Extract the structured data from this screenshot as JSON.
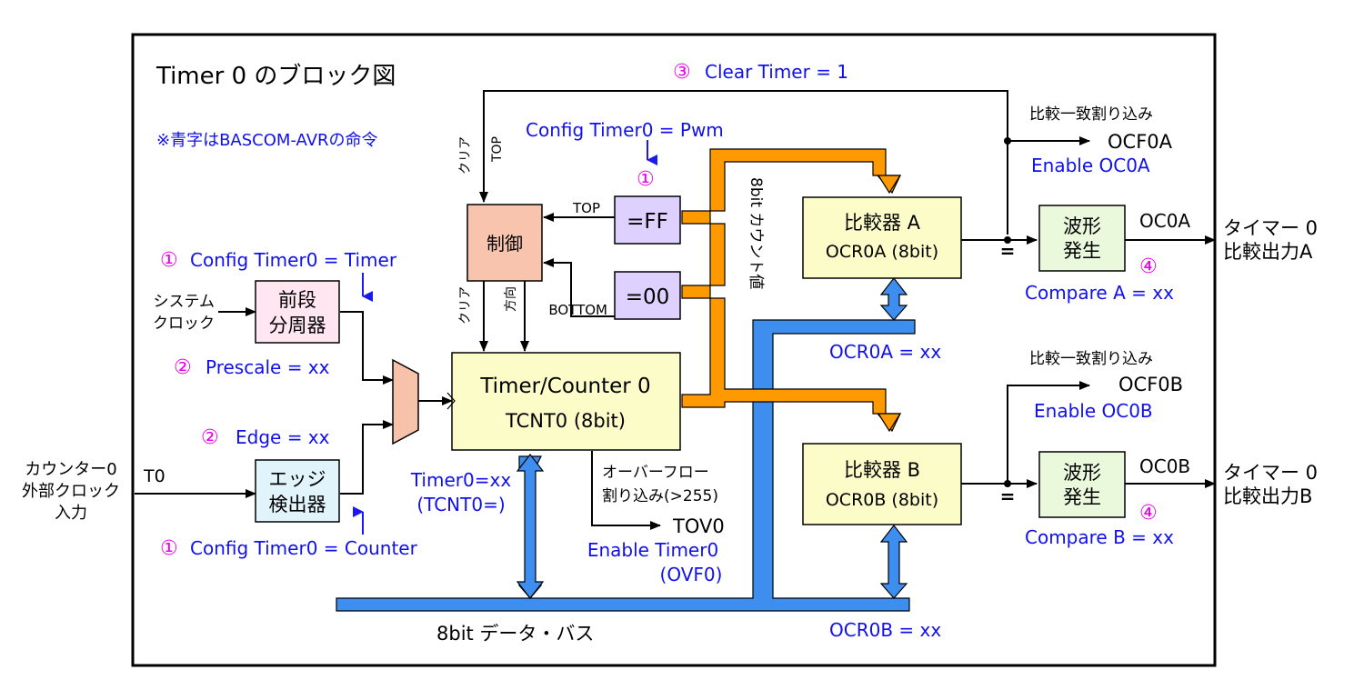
{
  "title": "Timer 0 のブロック図",
  "note": "※青字はBASCOM-AVRの命令",
  "blocks": {
    "prescaler": [
      "前段",
      "分周器"
    ],
    "edge_detector": [
      "エッジ",
      "検出器"
    ],
    "control": "制御",
    "ff": "=FF",
    "zero": "=00",
    "tcnt_title": "Timer/Counter 0",
    "tcnt_sub": "TCNT0 (8bit)",
    "cmp_a_title": "比較器 A",
    "cmp_a_sub": "OCR0A (8bit)",
    "cmp_b_title": "比較器 B",
    "cmp_b_sub": "OCR0B (8bit)",
    "wave_a": [
      "波形",
      "発生"
    ],
    "wave_b": [
      "波形",
      "発生"
    ]
  },
  "labels": {
    "sys_clock": [
      "システム",
      "クロック"
    ],
    "ext_clock": [
      "カウンター0",
      "外部クロック",
      "入力"
    ],
    "t0": "T0",
    "top": "TOP",
    "bottom": "BOTTOM",
    "clear_v": "クリア",
    "top_v": "TOP",
    "clear_v2": "クリア",
    "dir_v": "方向",
    "count_value": "8bit カウント値",
    "data_bus": "8bit データ・バス",
    "ovf": [
      "オーバーフロー",
      "割り込み(>255)"
    ],
    "tov0": "TOV0",
    "match_int_a": "比較一致割り込み",
    "match_int_b": "比較一致割り込み",
    "ocf0a": "OCF0A",
    "ocf0b": "OCF0B",
    "oc0a": "OC0A",
    "oc0b": "OC0B",
    "out_a": [
      "タイマー 0",
      "比較出力A"
    ],
    "out_b": [
      "タイマー 0",
      "比較出力B"
    ],
    "eq": "="
  },
  "commands": {
    "clear_timer": "Clear Timer = 1",
    "pwm": "Config Timer0 = Pwm",
    "timer": "Config Timer0 = Timer",
    "prescale": "Prescale = xx",
    "edge": "Edge = xx",
    "counter": "Config Timer0 = Counter",
    "timer0_val": [
      "Timer0=xx",
      "(TCNT0=)"
    ],
    "enable_timer0": [
      "Enable Timer0",
      "(OVF0)"
    ],
    "ocr0a": "OCR0A = xx",
    "ocr0b": "OCR0B = xx",
    "enable_oc0a": "Enable OC0A",
    "enable_oc0b": "Enable OC0B",
    "compare_a": "Compare A = xx",
    "compare_b": "Compare B = xx"
  },
  "markers": {
    "m1": "①",
    "m2": "②",
    "m3": "③",
    "m4": "④"
  },
  "colors": {
    "bus_blue": "#3e8ef0",
    "count_orange": "#ff9900",
    "cmd_blue": "#1010ee",
    "marker_magenta": "#ee00ee",
    "prescaler_fill": "#ffe6f0",
    "edge_fill": "#e2f4fb",
    "control_fill": "#f8c4ae",
    "register_fill": "#ded0ff",
    "tcnt_fill": "#fcfcc8",
    "wave_fill": "#eaf8dc",
    "mux_fill": "#f6c2aa"
  }
}
